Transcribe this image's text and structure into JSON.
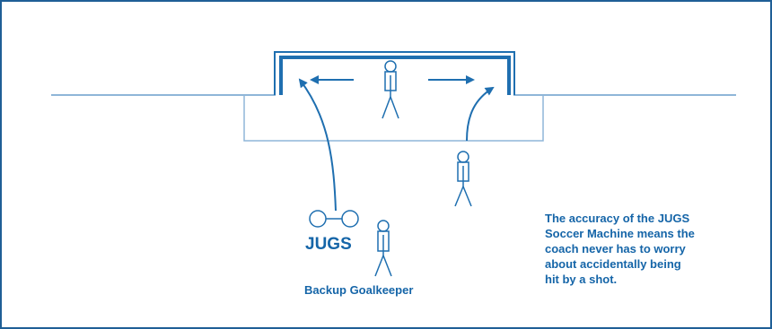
{
  "labels": {
    "machine": "JUGS",
    "backup_keeper": "Backup Goalkeeper"
  },
  "caption": {
    "lines": [
      "The accuracy of the JUGS",
      "Soccer Machine means the",
      "coach never has to worry",
      "about accidentally being",
      "hit by a shot."
    ]
  },
  "colors": {
    "line": "#1f6fb0",
    "light_line": "#8fb6d8",
    "text": "#1565a8"
  }
}
